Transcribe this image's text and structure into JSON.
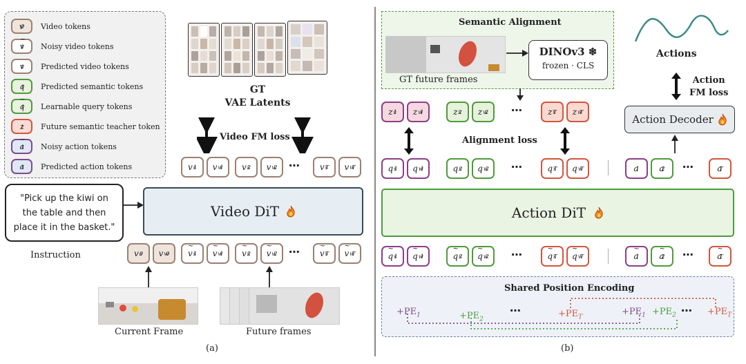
{
  "legend": [
    {
      "sym": "v",
      "sub": "0",
      "accent": "",
      "label": "Video tokens",
      "style": "brownfill"
    },
    {
      "sym": "v",
      "sub": "t",
      "accent": "~",
      "label": "Noisy video tokens",
      "style": "brown"
    },
    {
      "sym": "v",
      "sub": "t",
      "accent": "",
      "label": "Predicted video tokens",
      "style": "brown"
    },
    {
      "sym": "q",
      "sub": "t",
      "accent": "",
      "label": "Predicted semantic tokens",
      "style": "greenfill"
    },
    {
      "sym": "q",
      "sub": "t",
      "accent": "~",
      "label": "Learnable query tokens",
      "style": "greenfill"
    },
    {
      "sym": "z",
      "sub": "t",
      "accent": "",
      "label": "Future semantic teacher token",
      "style": "redfill"
    },
    {
      "sym": "a",
      "sub": "t",
      "accent": "~",
      "label": "Noisy action tokens",
      "style": "bluefill"
    },
    {
      "sym": "a",
      "sub": "t",
      "accent": "",
      "label": "Predicted action tokens",
      "style": "bluefill"
    }
  ],
  "panel_a": {
    "gt_latents_title": "GT\nVAE Latents",
    "video_fm_loss": "Video FM loss",
    "video_dit": "Video DiT",
    "instruction_text": "\"Pick up the kiwi on the table and then place it in the basket.\"",
    "instruction_label": "Instruction",
    "current_frame_label": "Current Frame",
    "future_frames_label": "Future frames",
    "caption": "(a)",
    "ellipsis": "⋯"
  },
  "panel_b": {
    "semantic_alignment_title": "Semantic Alignment",
    "dino_title": "DINOv3 ❄",
    "dino_sub": "frozen · CLS",
    "gt_future_frames": "GT future frames",
    "alignment_loss": "Alignment loss",
    "actions_label": "Actions",
    "action_fm_loss": "Action\nFM loss",
    "action_decoder": "Action Decoder",
    "action_dit": "Action DiT",
    "shared_pe_title": "Shared Position Encoding",
    "pe_labels": [
      "+PE",
      "+PE",
      "+PE",
      "+PE",
      "+PE"
    ],
    "pe_subs": [
      "1",
      "2",
      "T",
      "1",
      "2",
      "T"
    ],
    "caption": "(b)",
    "ellipsis": "⋯"
  },
  "colors": {
    "brown": "#9b8073",
    "purple": "#8c3e86",
    "green": "#4e9a3c",
    "red": "#d2553e",
    "dit_fill": "#e6eef4",
    "action_dit_fill": "#e9f4e3",
    "pe_fill": "#eef2f8",
    "sa_fill": "#eef6ea"
  }
}
